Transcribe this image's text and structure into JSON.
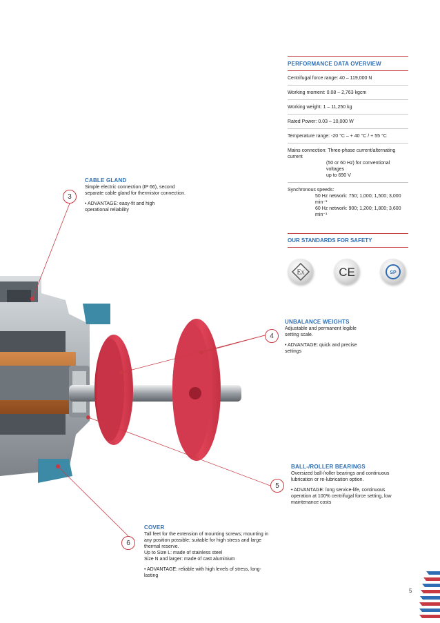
{
  "performance": {
    "title": "PERFORMANCE DATA OVERVIEW",
    "rows": [
      "Centrifugal force range:  40 – 119,000 N",
      "Working moment:  0.08 – 2,763 kgcm",
      "Working weight:  1 – 11,250 kg",
      "Rated Power:  0.03 – 10,000 W",
      "Temperature range:  -20 °C – + 40 °C / + 55 °C"
    ],
    "mains_label": "Mains connection:",
    "mains_lines": [
      "Three-phase current/alternating current",
      "(50 or 60 Hz) for conventional voltages",
      "up to 690 V"
    ],
    "sync_label": "Synchronous speeds:",
    "sync_lines": [
      "50 Hz network: 750; 1,000; 1,500; 3,000 min⁻¹",
      "60 Hz network: 900; 1,200; 1,800; 3,600 min⁻¹"
    ]
  },
  "standards": {
    "title": "OUR STANDARDS FOR SAFETY",
    "badges": [
      "ex-mark",
      "ce-mark",
      "csa-mark"
    ]
  },
  "callouts": {
    "cable_gland": {
      "number": "3",
      "title": "CABLE GLAND",
      "text": "Simple electric connection (IP 66), second separate cable gland for thermistor connection.",
      "advantage": "• ADVANTAGE: easy-fit and high operational reliability"
    },
    "unbalance": {
      "number": "4",
      "title": "UNBALANCE WEIGHTS",
      "text": "Adjustable and permanent legible setting scale.",
      "advantage": "• ADVANTAGE: quick and precise settings"
    },
    "bearings": {
      "number": "5",
      "title": "BALL-/ROLLER BEARINGS",
      "text": "Oversized ball-/roller bearings and continuous lubrication or re-lubrication option.",
      "advantage": "• ADVANTAGE: long service-life, continuous operation at 100% centrifugal force setting, low maintenance costs"
    },
    "cover": {
      "number": "6",
      "title": "COVER",
      "text_lines": [
        "Tall feet for the extension of mounting screws; mounting in any position possible; suitable for high stress and large thermal reserve.",
        "Up to Size L: made of stainless steel",
        "Size N and larger: made of cast aluminium"
      ],
      "advantage": "• ADVANTAGE: reliable with high levels of stress, long-lasting"
    }
  },
  "page_number": "5",
  "colors": {
    "accent_red": "#c83a43",
    "title_blue": "#2e6db4"
  }
}
